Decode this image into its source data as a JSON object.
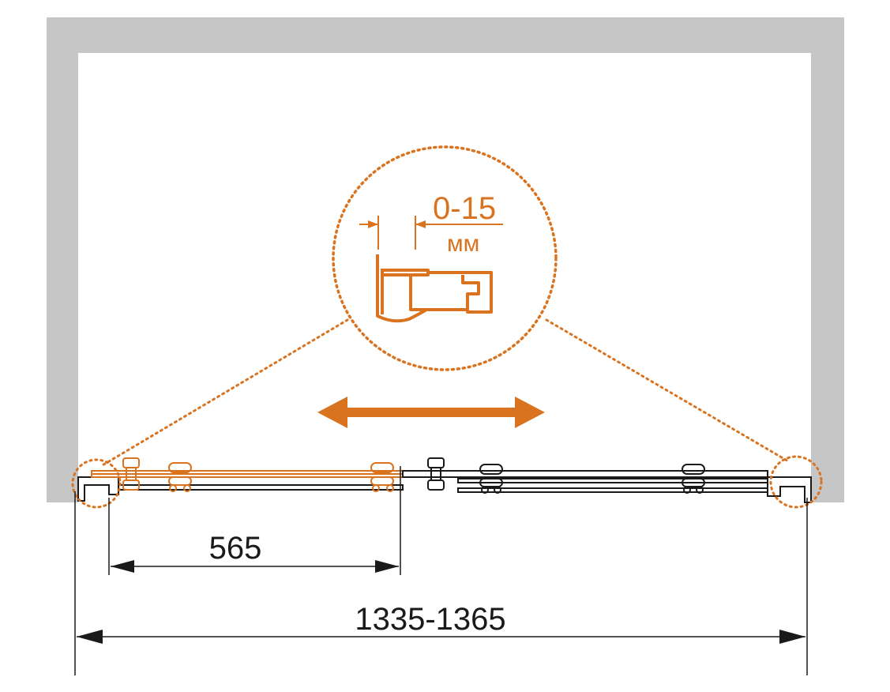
{
  "colors": {
    "wall": "#c6c6c6",
    "accent": "#d9731f",
    "line": "#1a1a1a",
    "background": "#ffffff"
  },
  "detail": {
    "gap_value": "0-15",
    "gap_unit": "мм"
  },
  "dimensions": {
    "door_opening": "565",
    "total_width": "1335-1365"
  },
  "icons": {
    "sliding": "double-headed-arrow"
  }
}
